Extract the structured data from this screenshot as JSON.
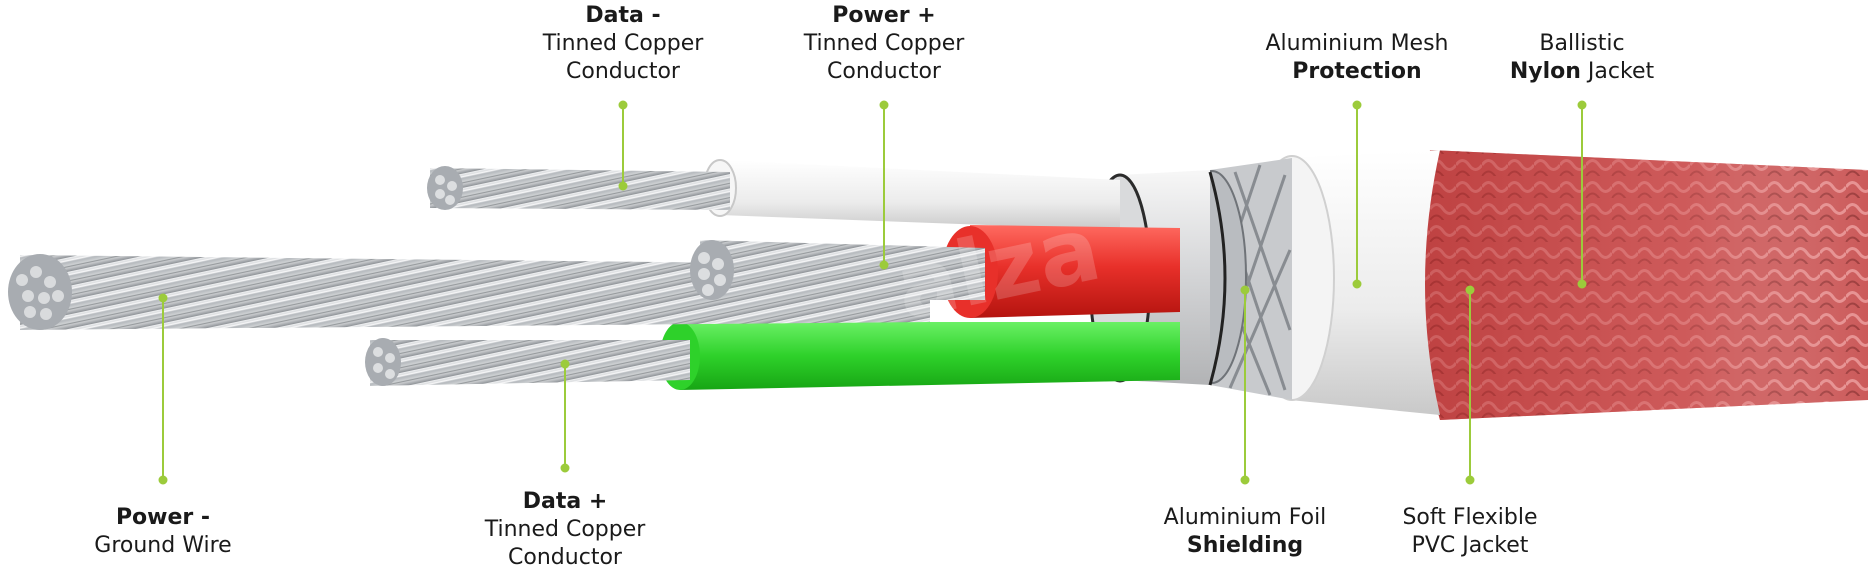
{
  "colors": {
    "leader": "#9ccb3b",
    "red_wire": "#e8302a",
    "green_wire": "#2ed12a",
    "white_insulation": "#efefef",
    "nylon_jacket": "#c94f4f",
    "steel": "#b9bdc2"
  },
  "labels": {
    "data_minus": {
      "title": "Data -",
      "line1": "Tinned Copper",
      "line2": "Conductor"
    },
    "power_plus": {
      "title": "Power +",
      "line1": "Tinned Copper",
      "line2": "Conductor"
    },
    "mesh": {
      "line1": "Aluminium Mesh",
      "title": "Protection"
    },
    "nylon": {
      "line1": "Ballistic",
      "bold": "Nylon",
      "rest": " Jacket"
    },
    "power_minus": {
      "title": "Power -",
      "line1": "Ground Wire"
    },
    "data_plus": {
      "title": "Data +",
      "line1": "Tinned Copper",
      "line2": "Conductor"
    },
    "foil": {
      "line1": "Aluminium Foil",
      "title": "Shielding"
    },
    "pvc": {
      "line1": "Soft Flexible",
      "line2": "PVC Jacket"
    }
  },
  "watermark": "alza"
}
